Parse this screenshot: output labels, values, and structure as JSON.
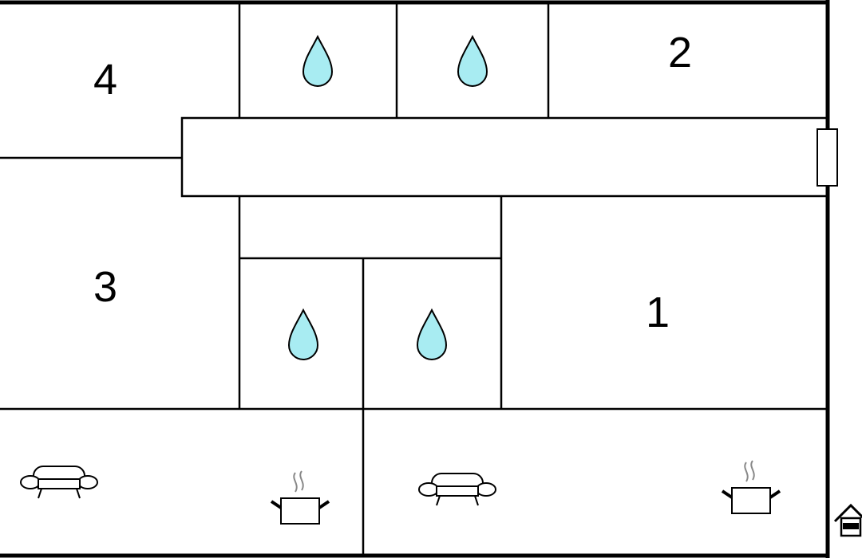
{
  "plan": {
    "rooms": [
      {
        "id": "room-1",
        "label": "1"
      },
      {
        "id": "room-2",
        "label": "2"
      },
      {
        "id": "room-3",
        "label": "3"
      },
      {
        "id": "room-4",
        "label": "4"
      }
    ],
    "bathrooms": [
      {
        "id": "bathroom-top-left",
        "icon": "water-drop-icon"
      },
      {
        "id": "bathroom-top-right",
        "icon": "water-drop-icon"
      },
      {
        "id": "bathroom-bottom-left",
        "icon": "water-drop-icon"
      },
      {
        "id": "bathroom-bottom-right",
        "icon": "water-drop-icon"
      }
    ],
    "living_units": [
      {
        "id": "living-unit-left",
        "icons": [
          "sofa-icon",
          "cooking-pot-icon"
        ]
      },
      {
        "id": "living-unit-right",
        "icons": [
          "sofa-icon",
          "cooking-pot-icon"
        ]
      }
    ],
    "colors": {
      "wall": "#000000",
      "water": "#a8ecf2",
      "steam": "#888888",
      "background": "#ffffff"
    },
    "legend_icon": "house-icon"
  }
}
